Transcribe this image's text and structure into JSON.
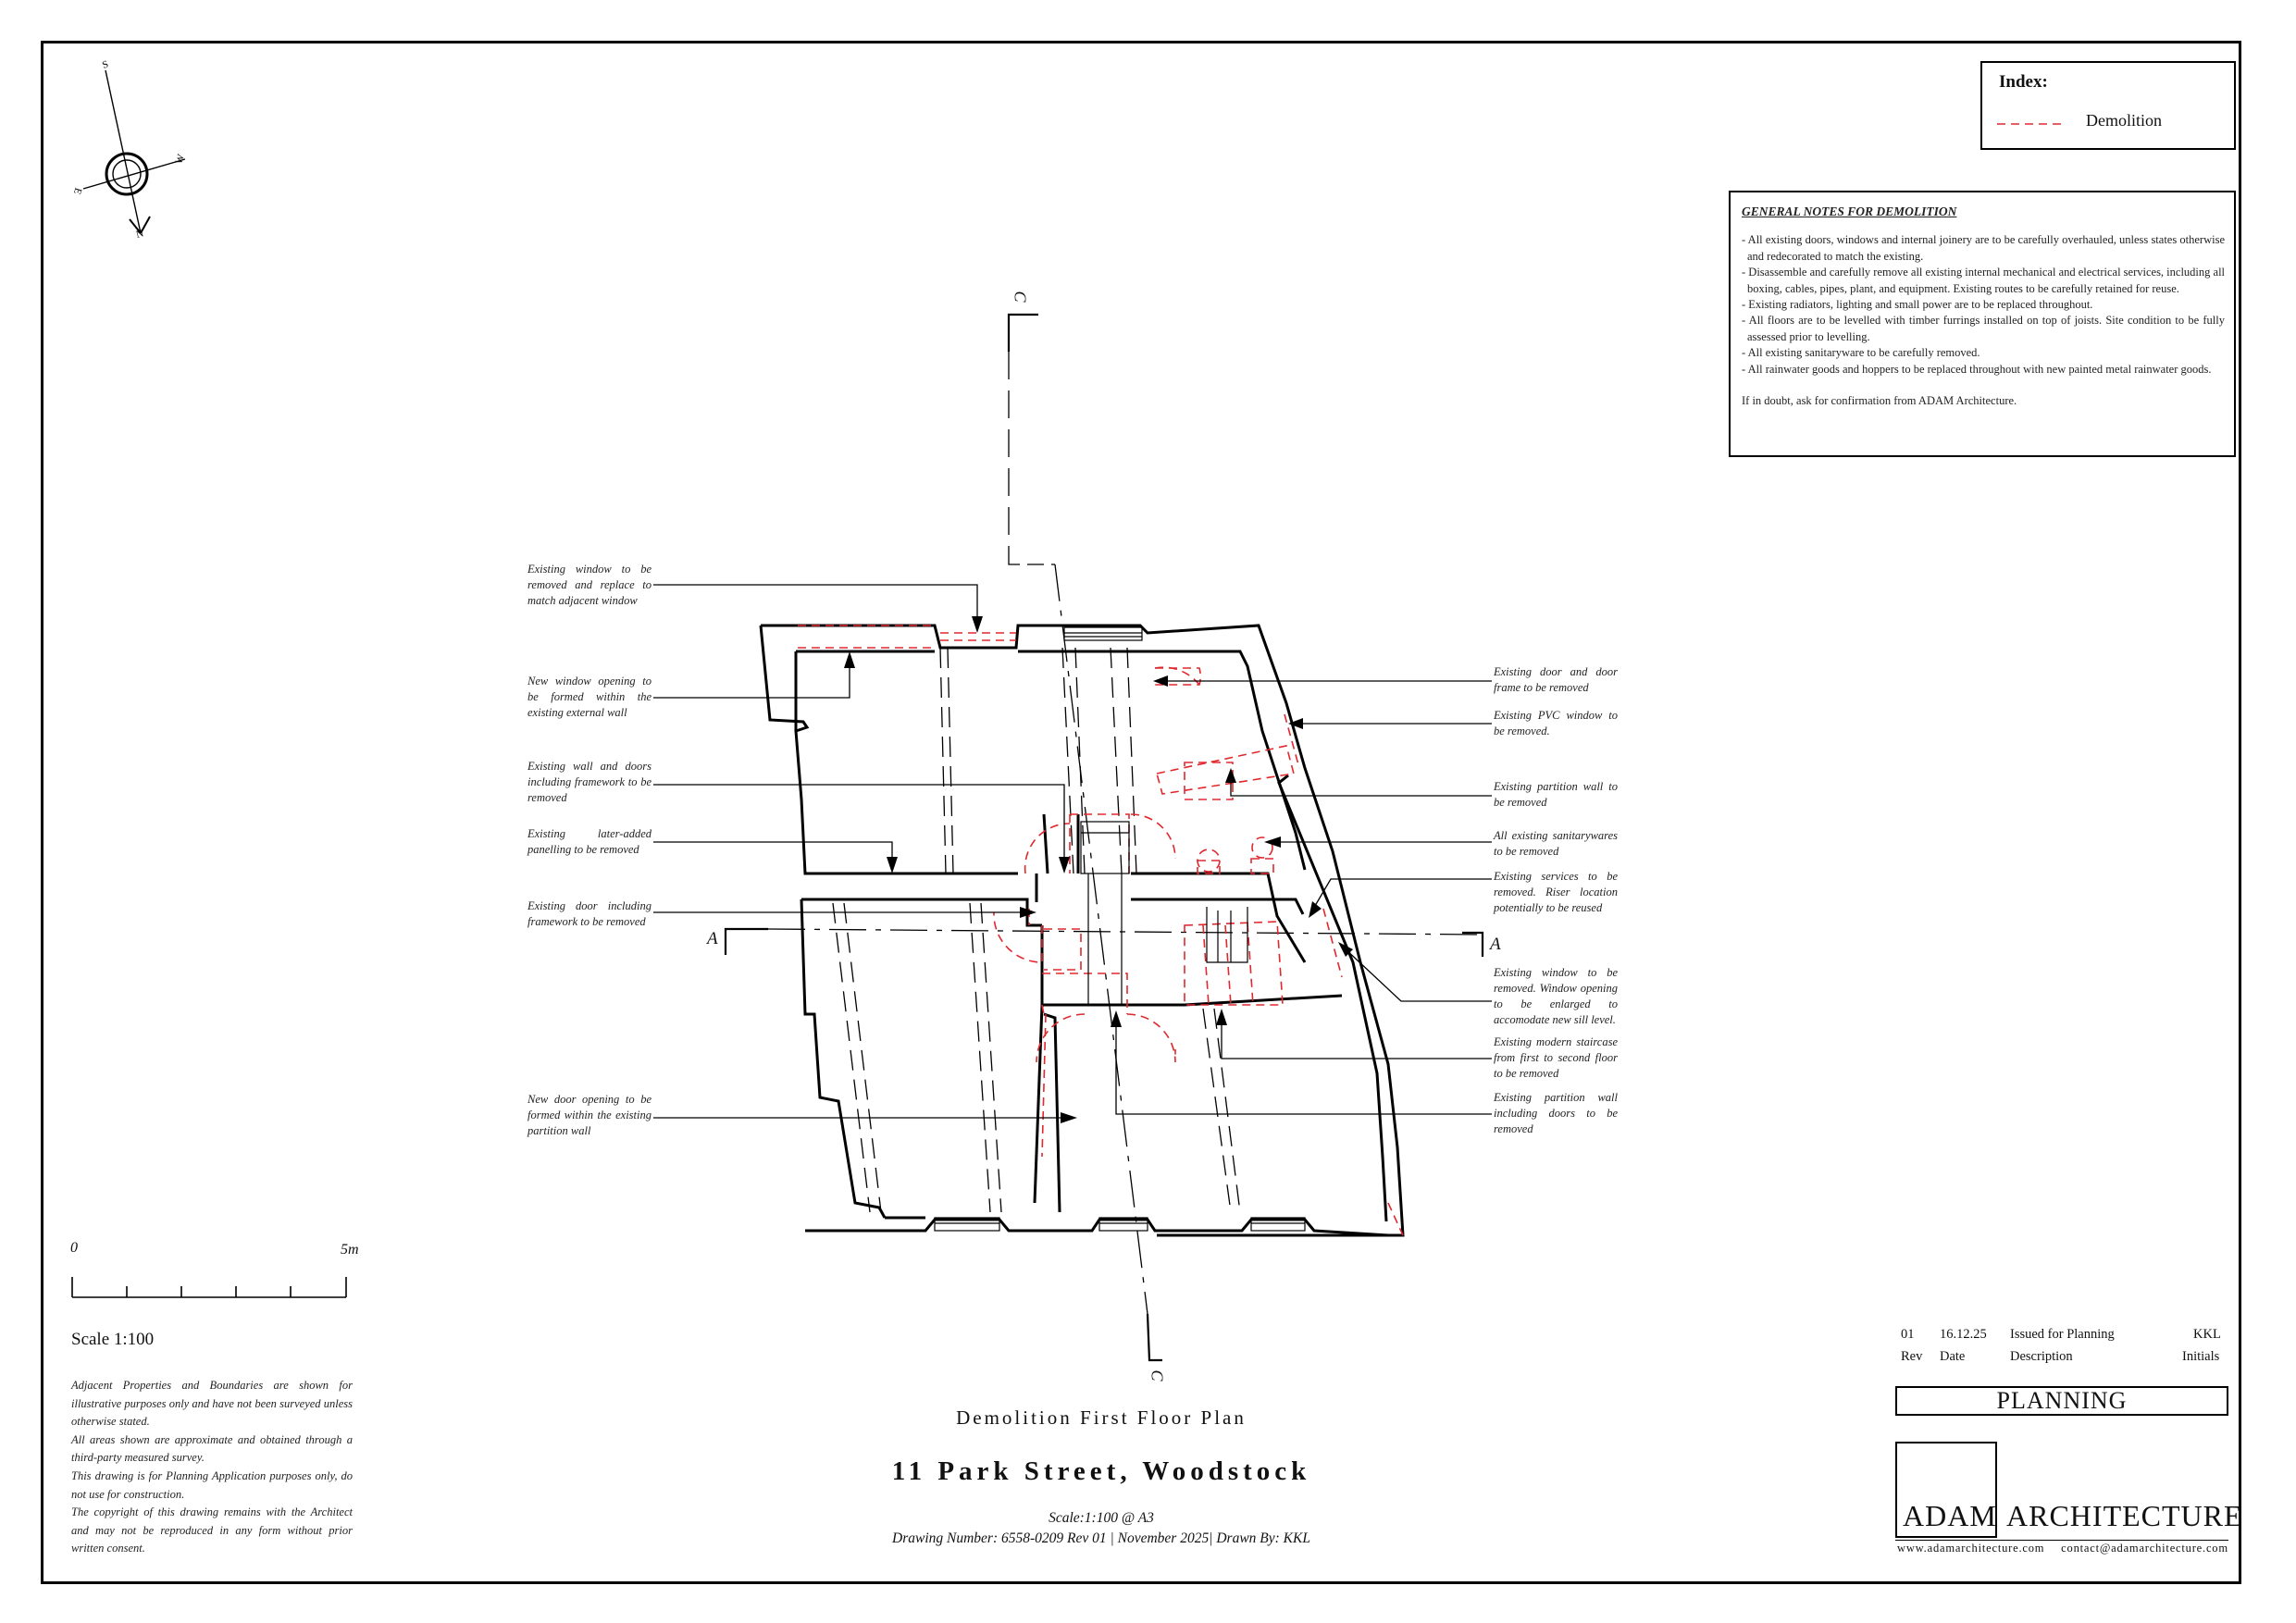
{
  "compass": {
    "s": "S",
    "w": "W",
    "e": "E",
    "n": "N"
  },
  "index": {
    "title": "Index:",
    "legend_label": "Demolition",
    "demolition_color": "#e0282e"
  },
  "general_notes": {
    "heading": "GENERAL NOTES FOR DEMOLITION",
    "items": [
      "- All existing doors, windows and internal joinery are to be carefully overhauled, unless states otherwise and redecorated to match the existing.",
      "- Disassemble and carefully remove all existing internal mechanical and electrical services, including all boxing, cables, pipes, plant, and equipment. Existing routes to be carefully retained for reuse.",
      "- Existing radiators, lighting and small power are to be replaced throughout.",
      "- All floors are to be levelled with timber furrings installed on top of joists. Site condition to be fully assessed prior to levelling.",
      "- All existing sanitaryware to be carefully removed.",
      "- All rainwater goods and hoppers to be replaced throughout with new painted metal rainwater goods."
    ],
    "footer": "If in doubt, ask for confirmation from ADAM Architecture."
  },
  "section_marks": {
    "c_top": "C",
    "c_bottom": "C",
    "a_left": "A",
    "a_right": "A"
  },
  "annotations_left": [
    "Existing window to be removed and replace to match adjacent window",
    "New window opening to be formed within the existing external wall",
    "Existing wall and doors including framework to be removed",
    "Existing later-added panelling to be removed",
    "Existing door including framework to be removed",
    "New door opening to be formed within the existing partition wall"
  ],
  "annotations_right": [
    "Existing door and door frame to be removed",
    "Existing PVC window to be removed.",
    "Existing partition wall to be removed",
    "All existing sanitarywares to be removed",
    "Existing services to be removed. Riser location potentially to be reused",
    "Existing window to be removed. Window opening to be enlarged to accomodate new sill level.",
    "Existing modern staircase from first to second floor to be removed",
    "Existing partition wall including doors to be removed"
  ],
  "scale_bar": {
    "start": "0",
    "end": "5m",
    "label": "Scale 1:100"
  },
  "disclaimer": [
    "Adjacent Properties and Boundaries are shown for illustrative purposes only and have not been surveyed unless otherwise stated.",
    "All areas shown are approximate and obtained through a third-party measured survey.",
    "This drawing is for Planning Application purposes only, do not use for construction.",
    "The copyright of this drawing remains with the Architect and may not be reproduced in any form without prior written consent."
  ],
  "title": {
    "drawing_name": "Demolition First Floor Plan",
    "project": "11 Park Street, Woodstock",
    "scale": "Scale:1:100 @ A3",
    "drawing_info": "Drawing Number: 6558-0209 Rev 01 | November 2025| Drawn By: KKL"
  },
  "revision": {
    "rows": [
      {
        "rev": "01",
        "date": "16.12.25",
        "description": "Issued for Planning",
        "initials": "KKL"
      }
    ],
    "headers": {
      "rev": "Rev",
      "date": "Date",
      "description": "Description",
      "initials": "Initials"
    }
  },
  "status": "PLANNING",
  "company": {
    "name_left": "ADAM",
    "name_right": "ARCHITECTURE",
    "website": "www.adamarchitecture.com",
    "email": "contact@adamarchitecture.com"
  }
}
